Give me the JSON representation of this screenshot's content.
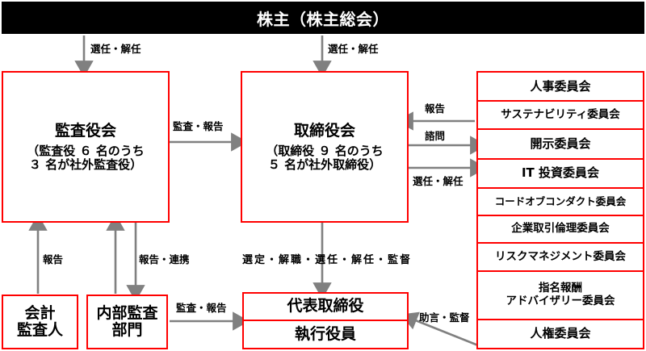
{
  "diagram": {
    "title_bar": {
      "label": "株主（株主総会）"
    },
    "boxes": {
      "audit_board": {
        "title": "監査役会",
        "detail_line1": "（監査役 ６ 名のうち",
        "detail_line2": "３ 名が社外監査役）"
      },
      "board_of_directors": {
        "title": "取締役会",
        "detail_line1": "（取締役 ９ 名のうち",
        "detail_line2": "５ 名が社外取締役）"
      },
      "accounting_auditor": {
        "line1": "会計",
        "line2": "監査人"
      },
      "internal_audit": {
        "line1": "内部監査",
        "line2": "部門"
      },
      "representative_director": {
        "label": "代表取締役"
      },
      "executive_officer": {
        "label": "執行役員"
      }
    },
    "committees": [
      {
        "label": "人事委員会",
        "size": "normal",
        "lines": 1
      },
      {
        "label": "サステナビリティ委員会",
        "size": "small",
        "lines": 1
      },
      {
        "label": "開示委員会",
        "size": "normal",
        "lines": 1
      },
      {
        "label": "IT 投資委員会",
        "size": "normal",
        "lines": 1
      },
      {
        "label": "コードオブコンダクト委員会",
        "size": "xsmall",
        "lines": 1
      },
      {
        "label": "企業取引倫理委員会",
        "size": "small",
        "lines": 1
      },
      {
        "label": "リスクマネジメント委員会",
        "size": "small",
        "lines": 1
      },
      {
        "label": "指名報酬\nアドバイザリー委員会",
        "size": "small",
        "lines": 2
      },
      {
        "label": "人権委員会",
        "size": "normal",
        "lines": 1
      }
    ],
    "arrow_labels": {
      "shareholders_to_audit_board": "選任・解任",
      "shareholders_to_board": "選任・解任",
      "audit_board_to_board": "監査・報告",
      "committees_to_board_report": "報告",
      "board_to_committees_consult": "諮問",
      "board_to_committees_appoint": "選任・解任",
      "accounting_auditor_report": "報告",
      "internal_audit_report_liaison": "報告・連携",
      "internal_audit_to_representative": "監査・報告",
      "board_to_representative": "選定・解職・選任・解任・監督",
      "committees_advice_supervision": "助言・監督"
    },
    "colors": {
      "box_border": "#ff0000",
      "title_bar_bg": "#000000",
      "title_bar_text": "#ffffff",
      "arrow": "#808080",
      "text": "#000000",
      "background": "#ffffff"
    }
  }
}
